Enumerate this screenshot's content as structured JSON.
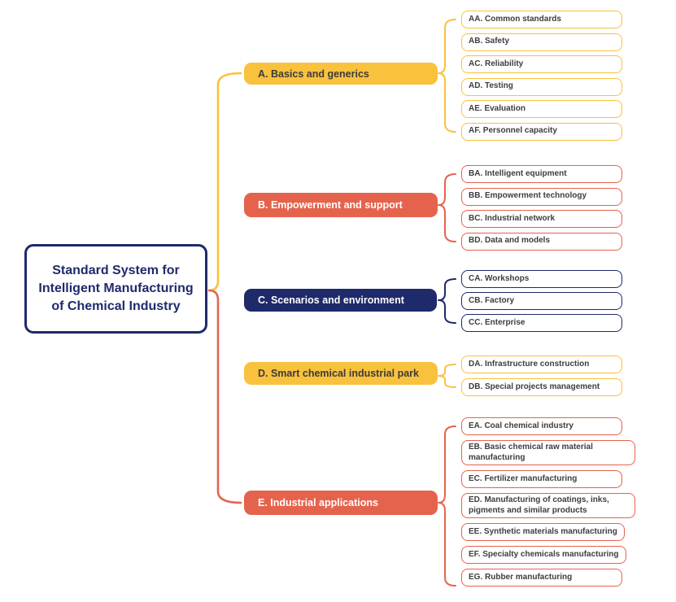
{
  "colors": {
    "yellow": "#F9C23D",
    "coral": "#E5634D",
    "navy": "#1F2A6B",
    "childtext": "#3D3D3D",
    "background": "#FFFFFF"
  },
  "root": {
    "title": "Standard System for Intelligent Manufacturing of Chemical Industry"
  },
  "branches": [
    {
      "id": "A",
      "label": "A. Basics and generics",
      "theme": "yellow",
      "children": [
        "AA. Common standards",
        "AB. Safety",
        "AC. Reliability",
        "AD. Testing",
        "AE. Evaluation",
        "AF. Personnel capacity"
      ]
    },
    {
      "id": "B",
      "label": "B. Empowerment and support",
      "theme": "coral",
      "children": [
        "BA. Intelligent equipment",
        "BB. Empowerment technology",
        "BC. Industrial network",
        "BD. Data and models"
      ]
    },
    {
      "id": "C",
      "label": "C. Scenarios and environment",
      "theme": "navy",
      "children": [
        "CA. Workshops",
        "CB. Factory",
        "CC. Enterprise"
      ]
    },
    {
      "id": "D",
      "label": "D. Smart chemical industrial park",
      "theme": "yellow",
      "children": [
        "DA. Infrastructure construction",
        "DB. Special projects management"
      ]
    },
    {
      "id": "E",
      "label": "E. Industrial applications",
      "theme": "coral",
      "children": [
        "EA. Coal chemical industry",
        "EB. Basic chemical raw material manufacturing",
        "EC. Fertilizer manufacturing",
        "ED. Manufacturing of coatings, inks, pigments and similar products",
        "EE. Synthetic materials manufacturing",
        "EF. Specialty chemicals manufacturing",
        "EG. Rubber manufacturing"
      ]
    }
  ]
}
